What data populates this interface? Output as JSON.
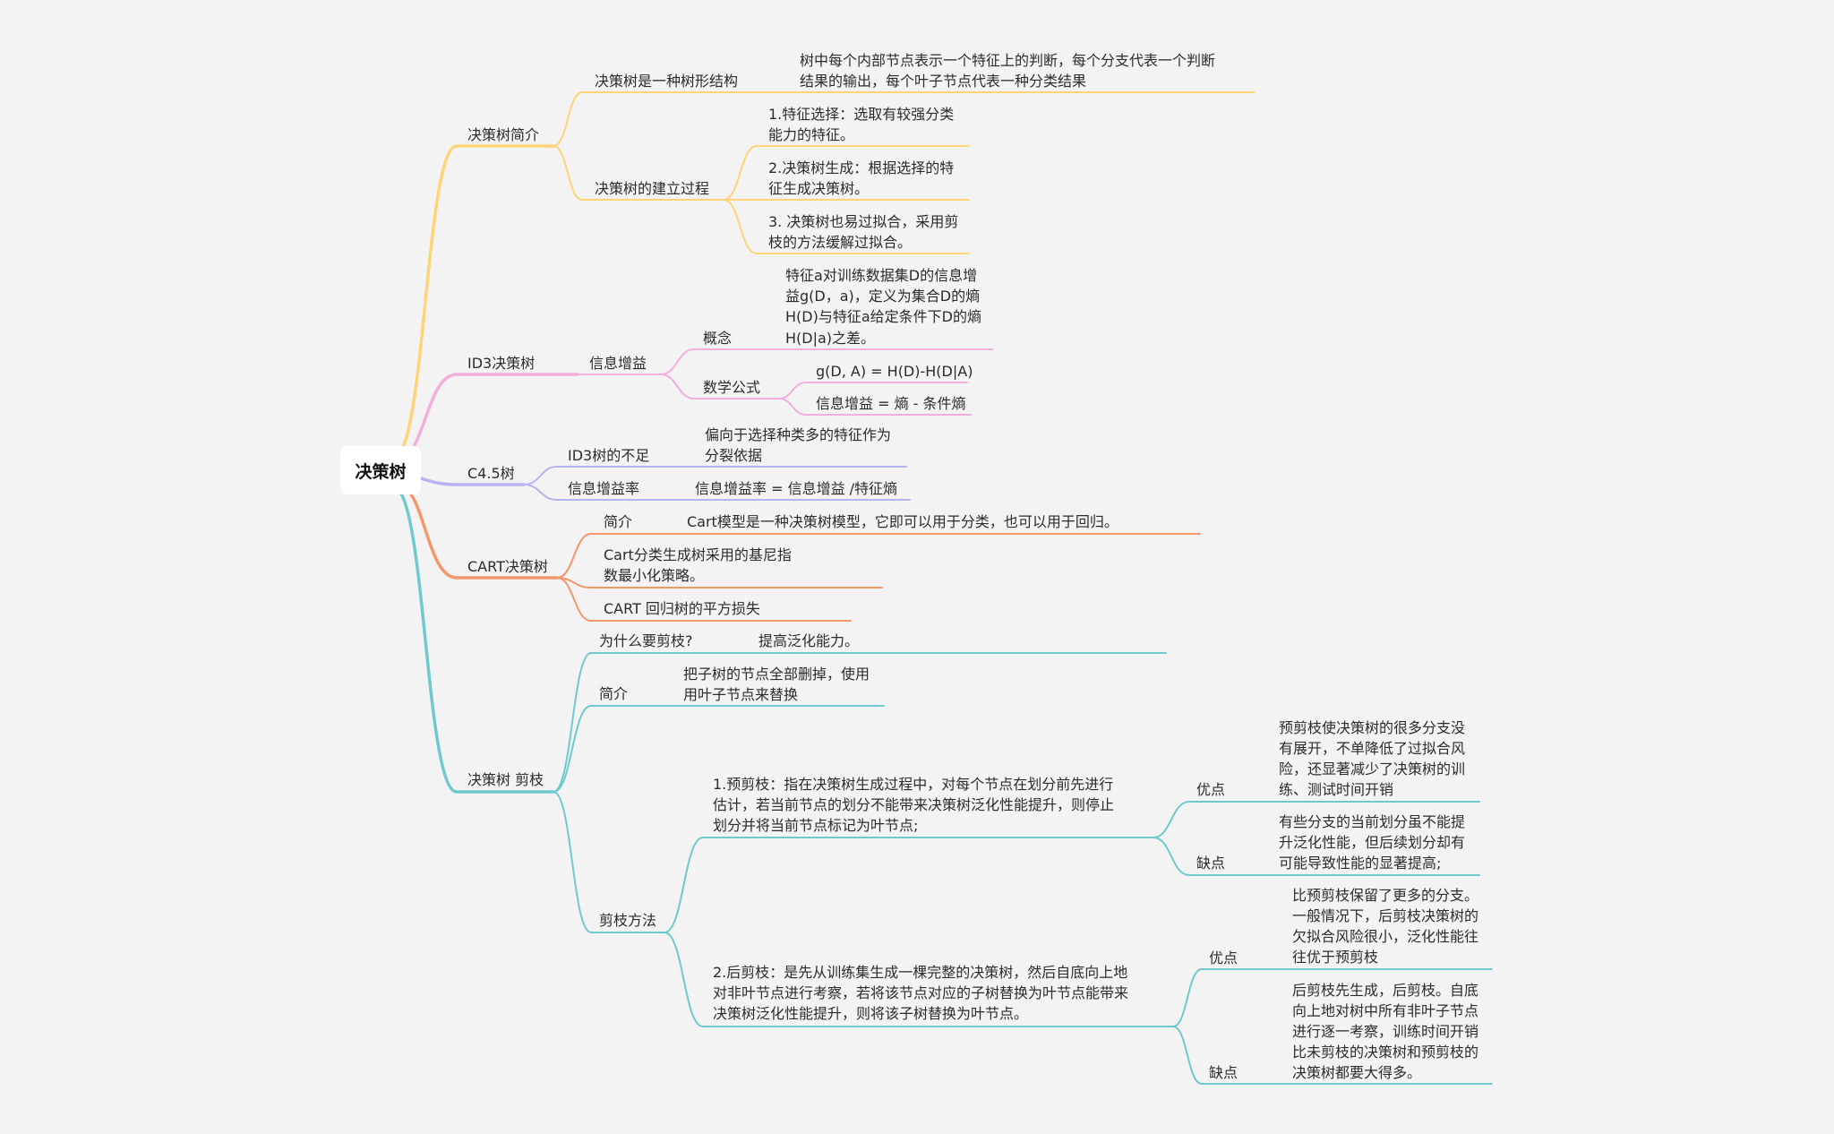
{
  "colors": {
    "background": "#f3f3f3",
    "intro": "#ffd478",
    "id3": "#f4aede",
    "c45": "#b5b3f2",
    "cart": "#f4976a",
    "pruning": "#6fc9cf"
  },
  "root": "决策树",
  "intro": {
    "label": "决策树简介",
    "tree_structure": {
      "label": "决策树是一种树形结构",
      "desc": [
        "树中每个内部节点表示一个特征上的判断，每个分支代表一个判断",
        "结果的输出，每个叶子节点代表一种分类结果"
      ]
    },
    "build": {
      "label": "决策树的建立过程",
      "step1": [
        "1.特征选择：选取有较强分类",
        "能力的特征。"
      ],
      "step2": [
        "2.决策树生成：根据选择的特",
        "征生成决策树。"
      ],
      "step3": [
        "3. 决策树也易过拟合，采用剪",
        "枝的方法缓解过拟合。"
      ]
    }
  },
  "id3": {
    "label": "ID3决策树",
    "info_gain": "信息增益",
    "concept": {
      "label": "概念",
      "desc": [
        "特征a对训练数据集D的信息增",
        "益g(D，a)，定义为集合D的熵",
        "H(D)与特征a给定条件下D的熵",
        "H(D|a)之差。"
      ]
    },
    "formula": {
      "label": "数学公式",
      "f1": "g(D, A) = H(D)-H(D|A)",
      "f2": "信息增益 = 熵 - 条件熵"
    }
  },
  "c45": {
    "label": "C4.5树",
    "weakness": {
      "label": "ID3树的不足",
      "desc": [
        "偏向于选择种类多的特征作为",
        "分裂依据"
      ]
    },
    "gain_ratio": {
      "label": "信息增益率",
      "desc": "信息增益率 = 信息增益 /特征熵"
    }
  },
  "cart": {
    "label": "CART决策树",
    "intro": {
      "label": "简介",
      "desc": "Cart模型是一种决策树模型，它即可以用于分类，也可以用于回归。"
    },
    "classification": [
      "Cart分类生成树采用的基尼指",
      "数最小化策略。"
    ],
    "regression": "CART 回归树的平方损失"
  },
  "pruning": {
    "label": "决策树 剪枝",
    "why": {
      "label": "为什么要剪枝?",
      "desc": "提高泛化能力。"
    },
    "intro": {
      "label": "简介",
      "desc": [
        "把子树的节点全部删掉，使用",
        "用叶子节点来替换"
      ]
    },
    "methods": {
      "label": "剪枝方法",
      "pre": {
        "desc": [
          "1.预剪枝：指在决策树生成过程中，对每个节点在划分前先进行",
          "估计，若当前节点的划分不能带来决策树泛化性能提升，则停止",
          "划分并将当前节点标记为叶节点;"
        ],
        "pros_label": "优点",
        "pros": [
          "预剪枝使决策树的很多分支没",
          "有展开，不单降低了过拟合风",
          "险，还显著减少了决策树的训",
          "练、测试时间开销"
        ],
        "cons_label": "缺点",
        "cons": [
          "有些分支的当前划分虽不能提",
          "升泛化性能，但后续划分却有",
          "可能导致性能的显著提高;"
        ]
      },
      "post": {
        "desc": [
          "2.后剪枝：是先从训练集生成一棵完整的决策树，然后自底向上地",
          "对非叶节点进行考察，若将该节点对应的子树替换为叶节点能带来",
          "决策树泛化性能提升，则将该子树替换为叶节点。"
        ],
        "pros_label": "优点",
        "pros": [
          "比预剪枝保留了更多的分支。",
          "一般情况下，后剪枝决策树的",
          "欠拟合风险很小，泛化性能往",
          "往优于预剪枝"
        ],
        "cons_label": "缺点",
        "cons": [
          "后剪枝先生成，后剪枝。自底",
          "向上地对树中所有非叶子节点",
          "进行逐一考察，训练时间开销",
          "比未剪枝的决策树和预剪枝的",
          "决策树都要大得多。"
        ]
      }
    }
  }
}
